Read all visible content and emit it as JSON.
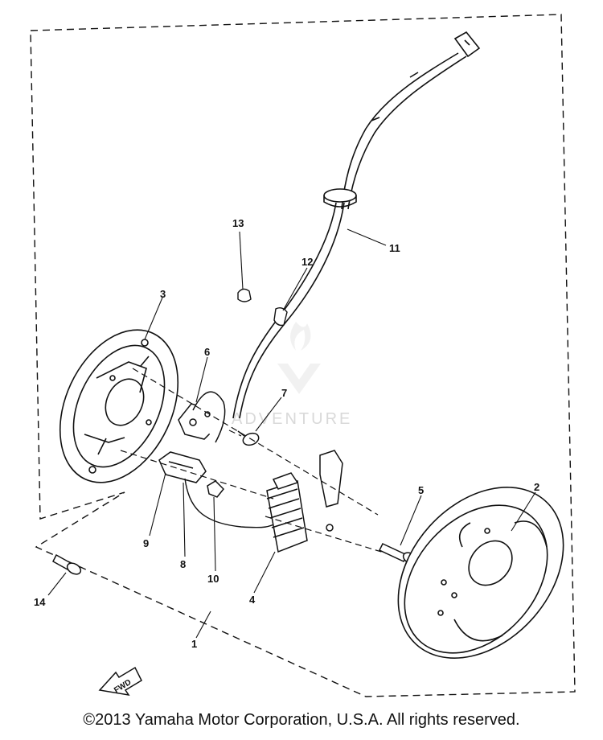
{
  "watermark": {
    "text": "ADVENTURE"
  },
  "fwd_label": "FWD",
  "copyright": "©2013 Yamaha Motor Corporation, U.S.A. All rights reserved.",
  "callouts": {
    "c1": "1",
    "c2": "2",
    "c3": "3",
    "c4": "4",
    "c5": "5",
    "c6": "6",
    "c7": "7",
    "c8": "8",
    "c9": "9",
    "c10": "10",
    "c11": "11",
    "c12": "12",
    "c13": "13",
    "c14": "14"
  }
}
